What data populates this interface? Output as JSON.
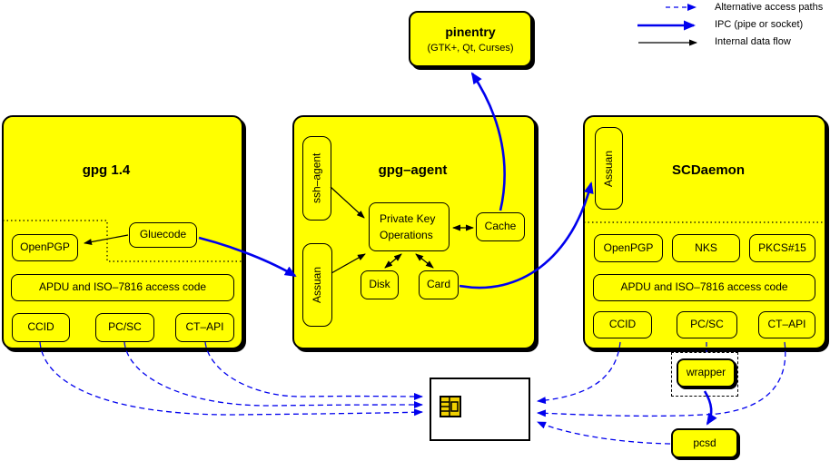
{
  "legend": {
    "items": [
      {
        "label": "Alternative access paths",
        "style": "dashed-blue"
      },
      {
        "label": "IPC (pipe or socket)",
        "style": "thick-blue"
      },
      {
        "label": "Internal data flow",
        "style": "thin-black"
      }
    ]
  },
  "pinentry": {
    "title": "pinentry",
    "subtitle": "(GTK+, Qt, Curses)"
  },
  "gpg14": {
    "title": "gpg 1.4",
    "openpgp": "OpenPGP",
    "gluecode": "Gluecode",
    "apdu": "APDU and ISO–7816 access code",
    "ccid": "CCID",
    "pcsc": "PC/SC",
    "ctapi": "CT–API"
  },
  "agent": {
    "title": "gpg–agent",
    "ssh_agent": "ssh–agent",
    "assuan": "Assuan",
    "pko1": "Private Key",
    "pko2": "Operations",
    "cache": "Cache",
    "disk": "Disk",
    "card": "Card"
  },
  "scd": {
    "title": "SCDaemon",
    "assuan": "Assuan",
    "openpgp": "OpenPGP",
    "nks": "NKS",
    "pkcs15": "PKCS#15",
    "apdu": "APDU and ISO–7816 access code",
    "ccid": "CCID",
    "pcsc": "PC/SC",
    "ctapi": "CT–API"
  },
  "bottom": {
    "wrapper": "wrapper",
    "pcsd": "pcsd"
  },
  "colors": {
    "node_fill": "#ffff00",
    "ipc_blue": "#0000ee",
    "line_black": "#000000",
    "card_fill": "#ffffff"
  },
  "connections": [
    "gluecode -> gpg-agent assuan (IPC)",
    "gpg-agent card -> scdaemon assuan (IPC)",
    "cache -> pinentry (IPC)",
    "wrapper -> pcsd (IPC)",
    "gluecode -> openpgp (internal)",
    "ssh-agent -> private key operations (internal)",
    "assuan -> private key operations (internal)",
    "private key operations <-> cache, disk, card (internal)",
    "gpg14 ccid/pcsc/ctapi -> smartcard (alternative)",
    "scdaemon ccid/ctapi -> smartcard (alternative)",
    "scdaemon pcsc -> wrapper (alternative)",
    "pcsd -> smartcard (alternative)"
  ]
}
